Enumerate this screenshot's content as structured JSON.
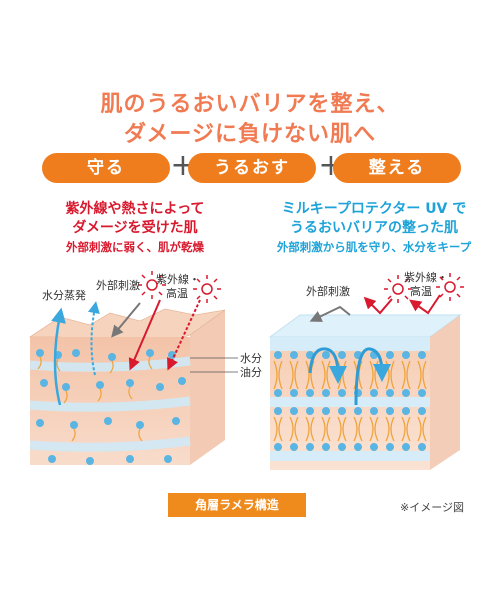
{
  "headline": {
    "line1": "肌のうるおいバリアを整え、",
    "line2": "ダメージに負けない肌へ"
  },
  "pills": [
    "守る",
    "うるおす",
    "整える"
  ],
  "plus": "+",
  "left_caption": {
    "line1": "紫外線や熱さによって",
    "line2": "ダメージを受けた肌",
    "line3": "外部刺激に弱く、肌が乾燥"
  },
  "right_caption": {
    "line1": "ミルキープロテクター UV で",
    "line2": "うるおいバリアの整った肌",
    "line3": "外部刺激から肌を守り、水分をキープ"
  },
  "diagram_left": {
    "moisture_evap": "水分蒸発",
    "external": "外部刺激",
    "uv_line1": "紫外線・",
    "uv_line2": "高温"
  },
  "diagram_right": {
    "external": "外部刺激",
    "uv_line1": "紫外線・",
    "uv_line2": "高温"
  },
  "legend": {
    "water": "水分",
    "oil": "油分"
  },
  "badge": "角層ラメラ構造",
  "note": "※イメージ図",
  "colors": {
    "headline": "#f07a52",
    "pill": "#ef7d1e",
    "damage_red": "#d8192e",
    "protect_blue": "#1ea3d8"
  }
}
